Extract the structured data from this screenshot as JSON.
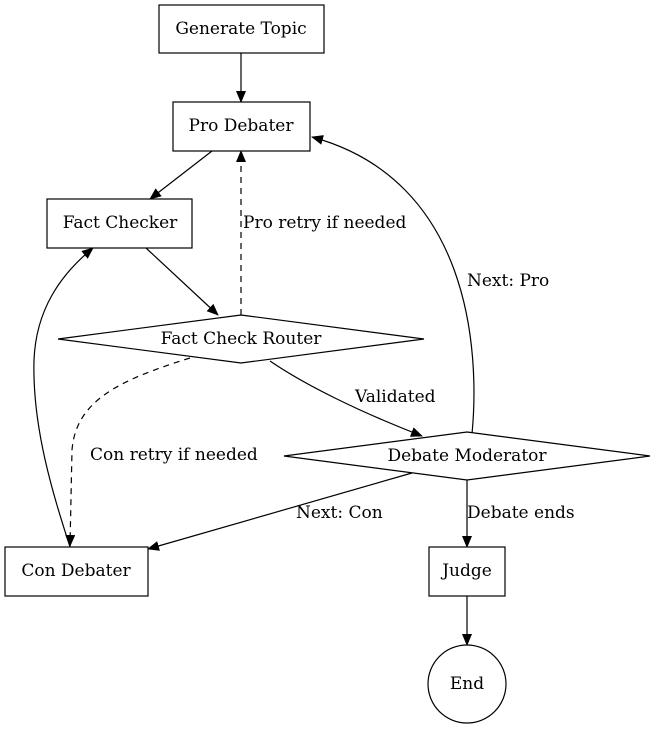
{
  "diagram": {
    "nodes": {
      "generate_topic": "Generate Topic",
      "pro_debater": "Pro Debater",
      "fact_checker": "Fact Checker",
      "fact_check_router": "Fact Check Router",
      "debate_moderator": "Debate Moderator",
      "con_debater": "Con Debater",
      "judge": "Judge",
      "end": "End"
    },
    "edge_labels": {
      "pro_retry": "Pro retry if needed",
      "next_pro": "Next: Pro",
      "validated": "Validated",
      "con_retry": "Con retry if needed",
      "next_con": "Next: Con",
      "debate_ends": "Debate ends"
    }
  }
}
